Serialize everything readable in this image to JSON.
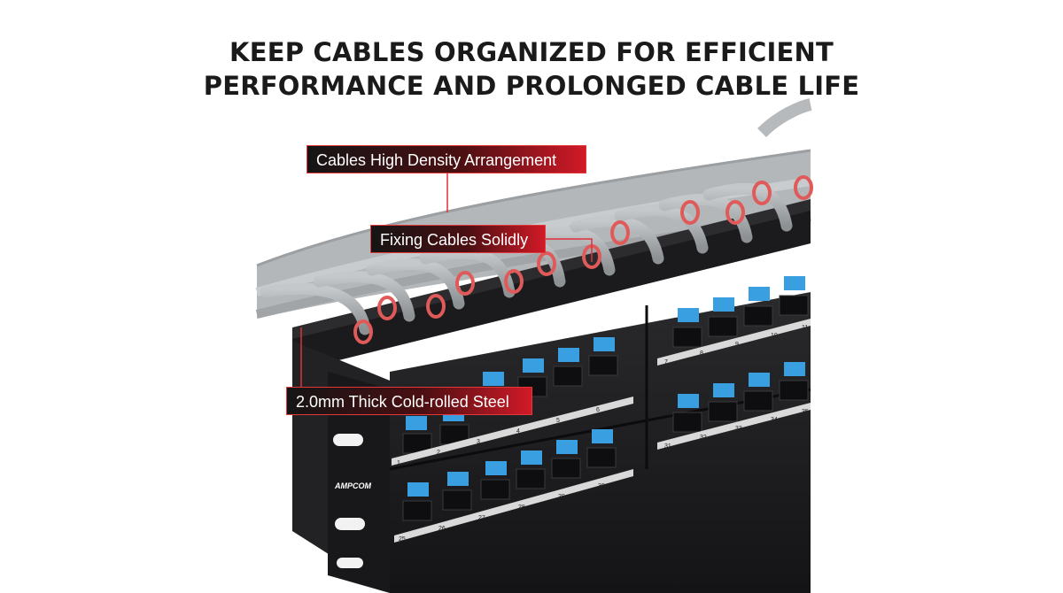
{
  "headline": {
    "line1": "KEEP CABLES ORGANIZED FOR EFFICIENT",
    "line2": "PERFORMANCE AND PROLONGED CABLE LIFE"
  },
  "callouts": {
    "density": "Cables High Density Arrangement",
    "fixing": "Fixing Cables Solidly",
    "steel": "2.0mm Thick Cold-rolled Steel"
  },
  "panel": {
    "brand": "AMPCOM",
    "upper_left_numbers": [
      "1",
      "2",
      "3",
      "4",
      "5",
      "6"
    ],
    "upper_right_numbers": [
      "7",
      "8",
      "9",
      "10",
      "11"
    ],
    "lower_left_numbers": [
      "25",
      "26",
      "27",
      "28",
      "29",
      "30"
    ],
    "lower_right_numbers": [
      "31",
      "32",
      "33",
      "34",
      "35"
    ]
  },
  "colors": {
    "callout_start": "#151515",
    "callout_end": "#d11a27",
    "panel": "#1e1e20",
    "port_clip": "#3a9fe0",
    "cable": "#a9acae",
    "ring": "#e05a5a"
  }
}
